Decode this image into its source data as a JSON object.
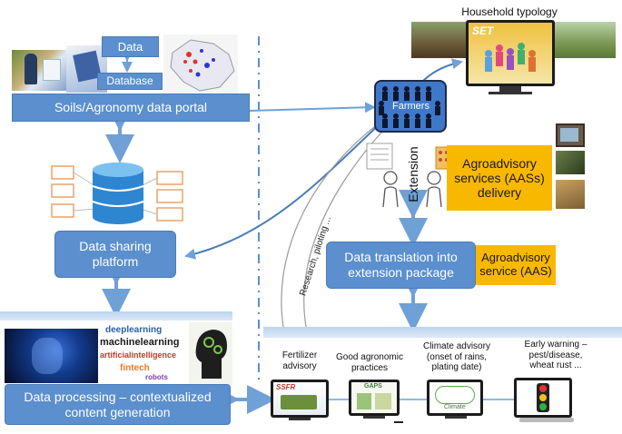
{
  "top_left": {
    "data_label": "Data",
    "database_label": "Database",
    "portal_label": "Soils/Agronomy data portal"
  },
  "sharing": {
    "label_line1": "Data sharing",
    "label_line2": "platform"
  },
  "processing": {
    "label_line1": "Data processing – contextualized",
    "label_line2": "content generation",
    "cloud_words": [
      "deeplearning",
      "machinelearning",
      "artificialintelligence",
      "fintech",
      "robots"
    ]
  },
  "household": {
    "title": "Household typology",
    "screen_logo": "SET"
  },
  "farmers": {
    "label": "Farmers"
  },
  "extension": {
    "vertical_label": "Extension"
  },
  "aas_delivery": {
    "line1": "Agroadvisory",
    "line2": "services (AASs)",
    "line3": "delivery"
  },
  "translation": {
    "line1": "Data translation into",
    "line2": "extension package"
  },
  "aas_single": {
    "line1": "Agroadvisory",
    "line2": "service (AAS)"
  },
  "research_arrow": {
    "label": "Research, piloting ..."
  },
  "advisories": [
    {
      "line1": "Fertilizer",
      "line2": "advisory",
      "line3": "",
      "screen_text": "SSFR"
    },
    {
      "line1": "Good agronomic",
      "line2": "practices",
      "line3": "",
      "screen_text": "GAPS"
    },
    {
      "line1": "Climate advisory",
      "line2": "(onset of rains,",
      "line3": "plating date)",
      "screen_text": "Climate"
    },
    {
      "line1": "Early warning –",
      "line2": "pest/disease,",
      "line3": "wheat rust ...",
      "screen_text": ""
    }
  ],
  "colors": {
    "blue_box": "#5b8fce",
    "yellow_box": "#f9b800",
    "arrow": "#6fa0d6",
    "band": "#c9dcf2"
  }
}
